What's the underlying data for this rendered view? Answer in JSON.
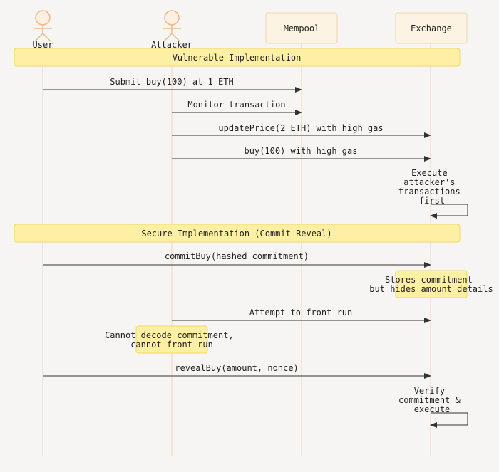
{
  "participants": {
    "user": "User",
    "attacker": "Attacker",
    "mempool": "Mempool",
    "exchange": "Exchange"
  },
  "sections": {
    "vulnerable": "Vulnerable Implementation",
    "secure": "Secure Implementation (Commit-Reveal)"
  },
  "messages": {
    "m1": "Submit buy(100) at 1 ETH",
    "m2": "Monitor transaction",
    "m3": "updatePrice(2 ETH) with high gas",
    "m4": "buy(100) with high gas",
    "m5": [
      "Execute",
      "attacker's",
      "transactions",
      "first"
    ],
    "m6": "commitBuy(hashed_commitment)",
    "m7": "Attempt to front-run",
    "m8": "revealBuy(amount, nonce)",
    "m9": [
      "Verify",
      "commitment &",
      "execute"
    ]
  },
  "notes": {
    "n1": [
      "Stores commitment",
      "but hides amount details"
    ],
    "n2": [
      "Cannot decode commitment,",
      "cannot front-run"
    ]
  },
  "colors": {
    "background": "#f6f5f3",
    "lifeline": "#f2d3b1",
    "actor": "#e8b98a",
    "box_fill": "#fdf3e2",
    "box_stroke": "#f2d3b1",
    "section_fill": "#fdf0a4",
    "section_stroke": "#f0d86c",
    "arrow": "#333333"
  }
}
